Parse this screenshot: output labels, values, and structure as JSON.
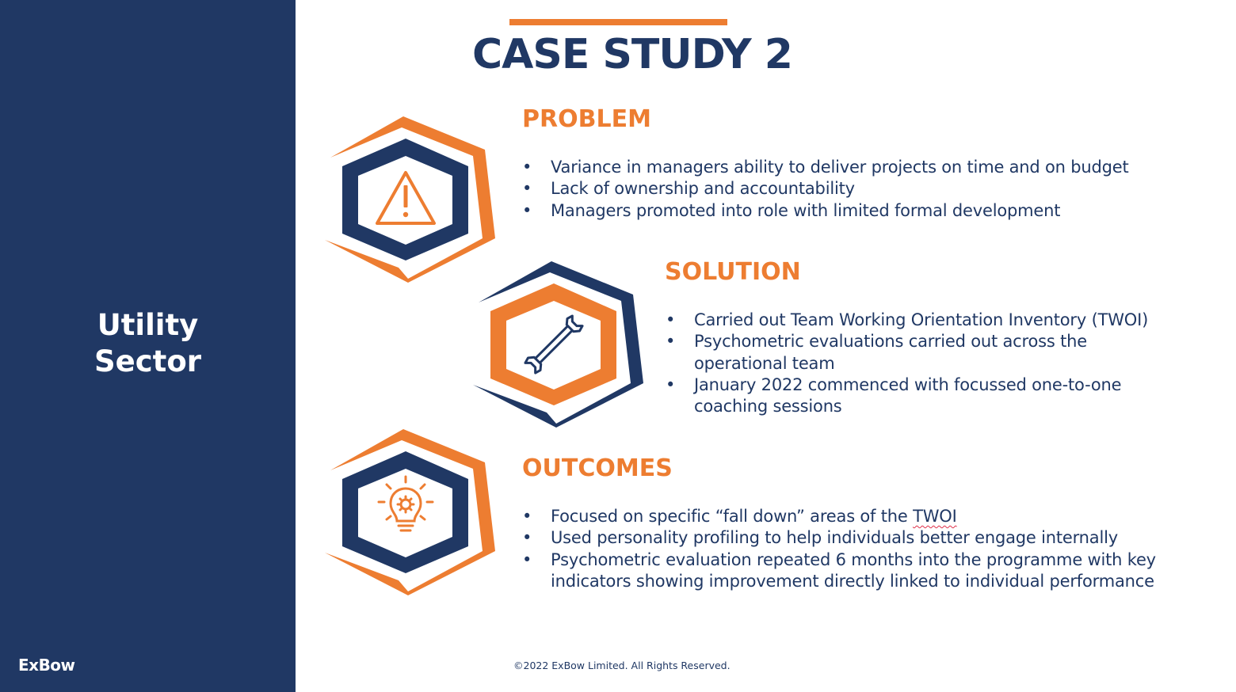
{
  "sidebar": {
    "sector_line1": "Utility",
    "sector_line2": "Sector",
    "logo": "ExBow"
  },
  "header": {
    "title": "CASE STUDY 2"
  },
  "sections": [
    {
      "heading": "PROBLEM",
      "icon": "warning-icon",
      "bullets": [
        "Variance in managers ability to deliver projects on time and on budget",
        "Lack of ownership and accountability",
        "Managers promoted into role with limited formal development"
      ]
    },
    {
      "heading": "SOLUTION",
      "icon": "wrench-icon",
      "bullets": [
        "Carried out Team Working Orientation Inventory (TWOI)",
        "Psychometric evaluations carried out across the operational team",
        "January 2022 commenced with focussed one-to-one coaching sessions"
      ]
    },
    {
      "heading": "OUTCOMES",
      "icon": "lightbulb-gear-icon",
      "bullets_0_prefix": "Focused on specific “fall down” areas of the ",
      "bullets_0_term": "TWOI",
      "bullets": [
        "Used personality profiling to help individuals better engage internally",
        "Psychometric evaluation repeated 6 months into the programme with key indicators showing improvement directly linked to individual performance"
      ]
    }
  ],
  "footer": {
    "copyright": "©2022 ExBow Limited. All Rights Reserved."
  },
  "colors": {
    "navy": "#203864",
    "orange": "#ED7D31",
    "white": "#FFFFFF"
  }
}
